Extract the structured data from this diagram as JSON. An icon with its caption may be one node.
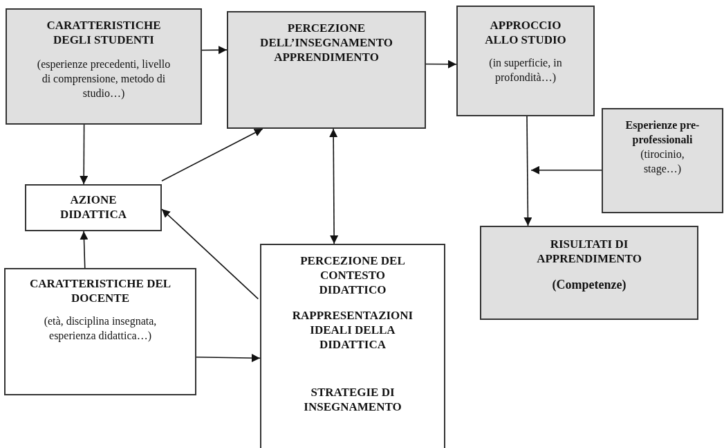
{
  "diagram": {
    "nodes": [
      {
        "text": [
          "CARATTERISTICHE DEGLI STUDENTI",
          "(esperienze precedenti, livello di comprensione, metodo di studio…)"
        ]
      },
      {
        "text": [
          "PERCEZIONE DELL’INSEGNAMENTO APPRENDIMENTO"
        ]
      },
      {
        "text": [
          "APPROCCIO ALLO STUDIO",
          "(in superficie, in profondità…)"
        ]
      },
      {
        "text": [
          "Esperienze pre-professionali",
          "(tirocinio, stage…)"
        ]
      },
      {
        "text": [
          "AZIONE DIDATTICA"
        ]
      },
      {
        "text": [
          "CARATTERISTICHE DEL DOCENTE",
          "(età, disciplina insegnata, esperienza didattica…)"
        ]
      },
      {
        "text": [
          "PERCEZIONE DEL CONTESTO DIDATTICO",
          "RAPPRESENTAZIONI IDEALI DELLA DIDATTICA",
          "STRATEGIE DI INSEGNAMENTO"
        ]
      },
      {
        "text": [
          "RISULTATI DI APPRENDIMENTO",
          "(Competenze)"
        ]
      }
    ],
    "edges": [
      {
        "from": 0,
        "to": 1,
        "arrow": "to"
      },
      {
        "from": 1,
        "to": 2,
        "arrow": "to"
      },
      {
        "from": 0,
        "to": 4,
        "arrow": "to"
      },
      {
        "from": 4,
        "to": 1,
        "arrow": "to"
      },
      {
        "from": 1,
        "to": 6,
        "arrow": "both"
      },
      {
        "from": 6,
        "to": 4,
        "arrow": "to"
      },
      {
        "from": 5,
        "to": 4,
        "arrow": "to"
      },
      {
        "from": 5,
        "to": 6,
        "arrow": "to"
      },
      {
        "from": 2,
        "to": 7,
        "arrow": "to"
      },
      {
        "from": 3,
        "to": null,
        "arrow": "to"
      }
    ]
  }
}
